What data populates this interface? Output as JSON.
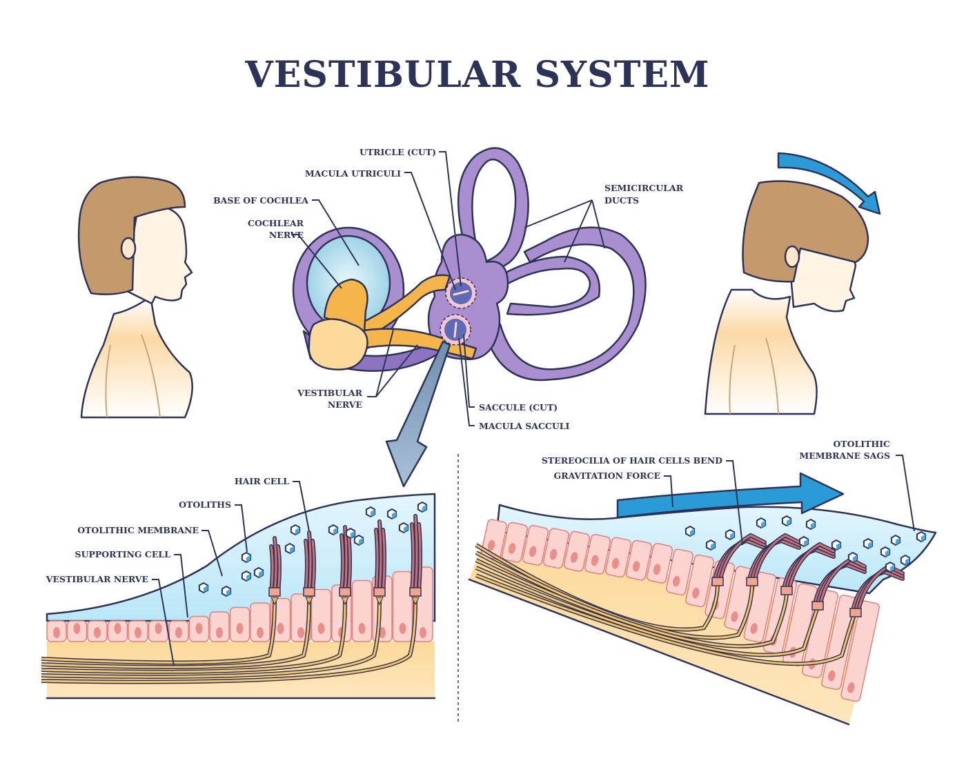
{
  "title": "VESTIBULAR SYSTEM",
  "inner_ear_labels": {
    "utricle_cut": "UTRICLE (CUT)",
    "macula_utriculi": "MACULA UTRICULI",
    "base_of_cochlea": "BASE OF COCHLEA",
    "cochlear_nerve": [
      "COCHLEAR",
      "NERVE"
    ],
    "semicircular_ducts": [
      "SEMICIRCULAR",
      "DUCTS"
    ],
    "vestibular_nerve": [
      "VESTIBULAR",
      "NERVE"
    ],
    "saccule_cut": "SACCULE (CUT)",
    "macula_sacculi": "MACULA SACCULI"
  },
  "upright_panel_labels": {
    "hair_cell": "HAIR CELL",
    "otoliths": "OTOLITHS",
    "otolithic_membrane": "OTOLITHIC MEMBRANE",
    "supporting_cell": "SUPPORTING CELL",
    "vestibular_nerve": "VESTIBULAR NERVE"
  },
  "tilted_panel_labels": {
    "stereocilia_bend": "STEREOCILIA OF HAIR CELLS BEND",
    "gravitation_force": "GRAVITATION FORCE",
    "membrane_sags": [
      "OTOLITHIC",
      "MEMBRANE SAGS"
    ]
  },
  "colors": {
    "title": "#2d3356",
    "outline": "#2d3356",
    "labyrinth": "#a98fcf",
    "nerve": "#f5b54a",
    "membrane": "#cdeefa",
    "cell": "#fbd3cf",
    "nucleus": "#e98e8b",
    "hair": "#c8727a",
    "skin": "#fbdcaa",
    "hair_head": "#c49a6c",
    "arrow": "#2b9bd8",
    "zoom_arrow": "#8fa9c4"
  },
  "icons": {
    "head_tilt_arrow": "curved-arrow-icon",
    "gravity_arrow": "arrow-right-icon",
    "zoom_arrow": "arrow-down-icon"
  }
}
